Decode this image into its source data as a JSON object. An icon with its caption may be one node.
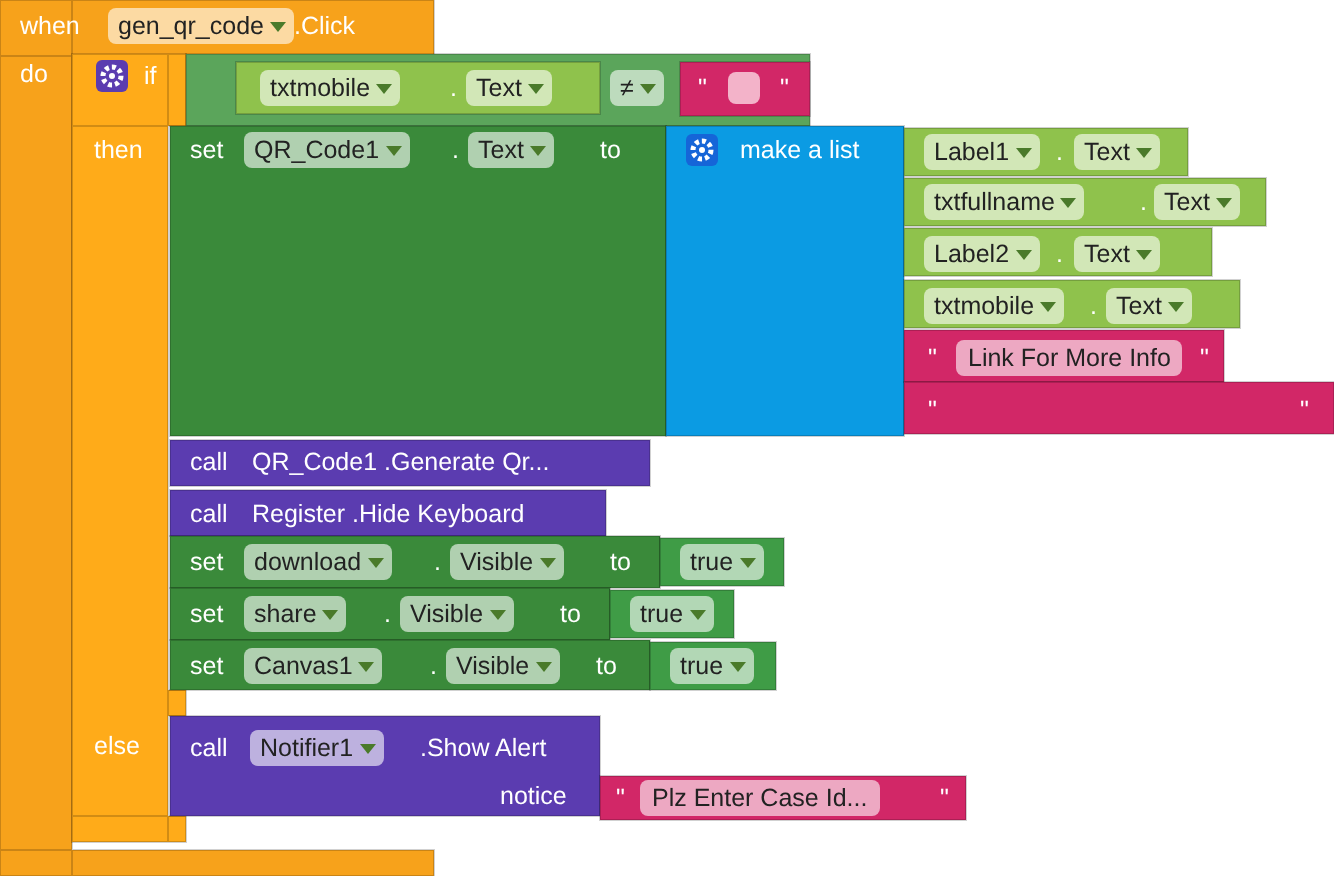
{
  "diagram": {
    "nodes": [
      {
        "text": [
          "when",
          "gen_qr_code",
          ".Click",
          "do"
        ]
      },
      {
        "text": [
          "if",
          "then",
          "else"
        ],
        "in": 0
      },
      {
        "text": [
          "≠"
        ]
      },
      {
        "text": [
          "txtmobile",
          ".",
          "Text"
        ],
        "in": 2
      },
      {
        "text": [
          "\"",
          "\""
        ],
        "in": 2
      },
      {
        "text": [
          "set",
          "QR_Code1",
          ".",
          "Text",
          "to"
        ]
      },
      {
        "text": [
          "make a list"
        ]
      },
      {
        "text": [
          "Label1",
          ".",
          "Text"
        ]
      },
      {
        "text": [
          "txtfullname",
          ".",
          "Text"
        ]
      },
      {
        "text": [
          "Label2",
          ".",
          "Text"
        ]
      },
      {
        "text": [
          "txtmobile",
          ".",
          "Text"
        ]
      },
      {
        "text": [
          "\"",
          "Link For More Info",
          "\""
        ]
      },
      {
        "text": [
          "\"",
          "\""
        ]
      },
      {
        "text": [
          "call",
          "QR_Code1 .Generate Qr..."
        ]
      },
      {
        "text": [
          "call",
          "Register .Hide Keyboard"
        ]
      },
      {
        "text": [
          "set",
          "download",
          ".",
          "Visible",
          "to"
        ]
      },
      {
        "text": [
          "true"
        ]
      },
      {
        "text": [
          "set",
          "share",
          ".",
          "Visible",
          "to"
        ]
      },
      {
        "text": [
          "true"
        ]
      },
      {
        "text": [
          "set",
          "Canvas1",
          ".",
          "Visible",
          "to"
        ]
      },
      {
        "text": [
          "true"
        ]
      },
      {
        "text": [
          "call",
          "Notifier1",
          ".Show Alert",
          "notice"
        ]
      },
      {
        "text": [
          "\"",
          "Plz Enter Case Id...",
          "\""
        ]
      }
    ]
  }
}
